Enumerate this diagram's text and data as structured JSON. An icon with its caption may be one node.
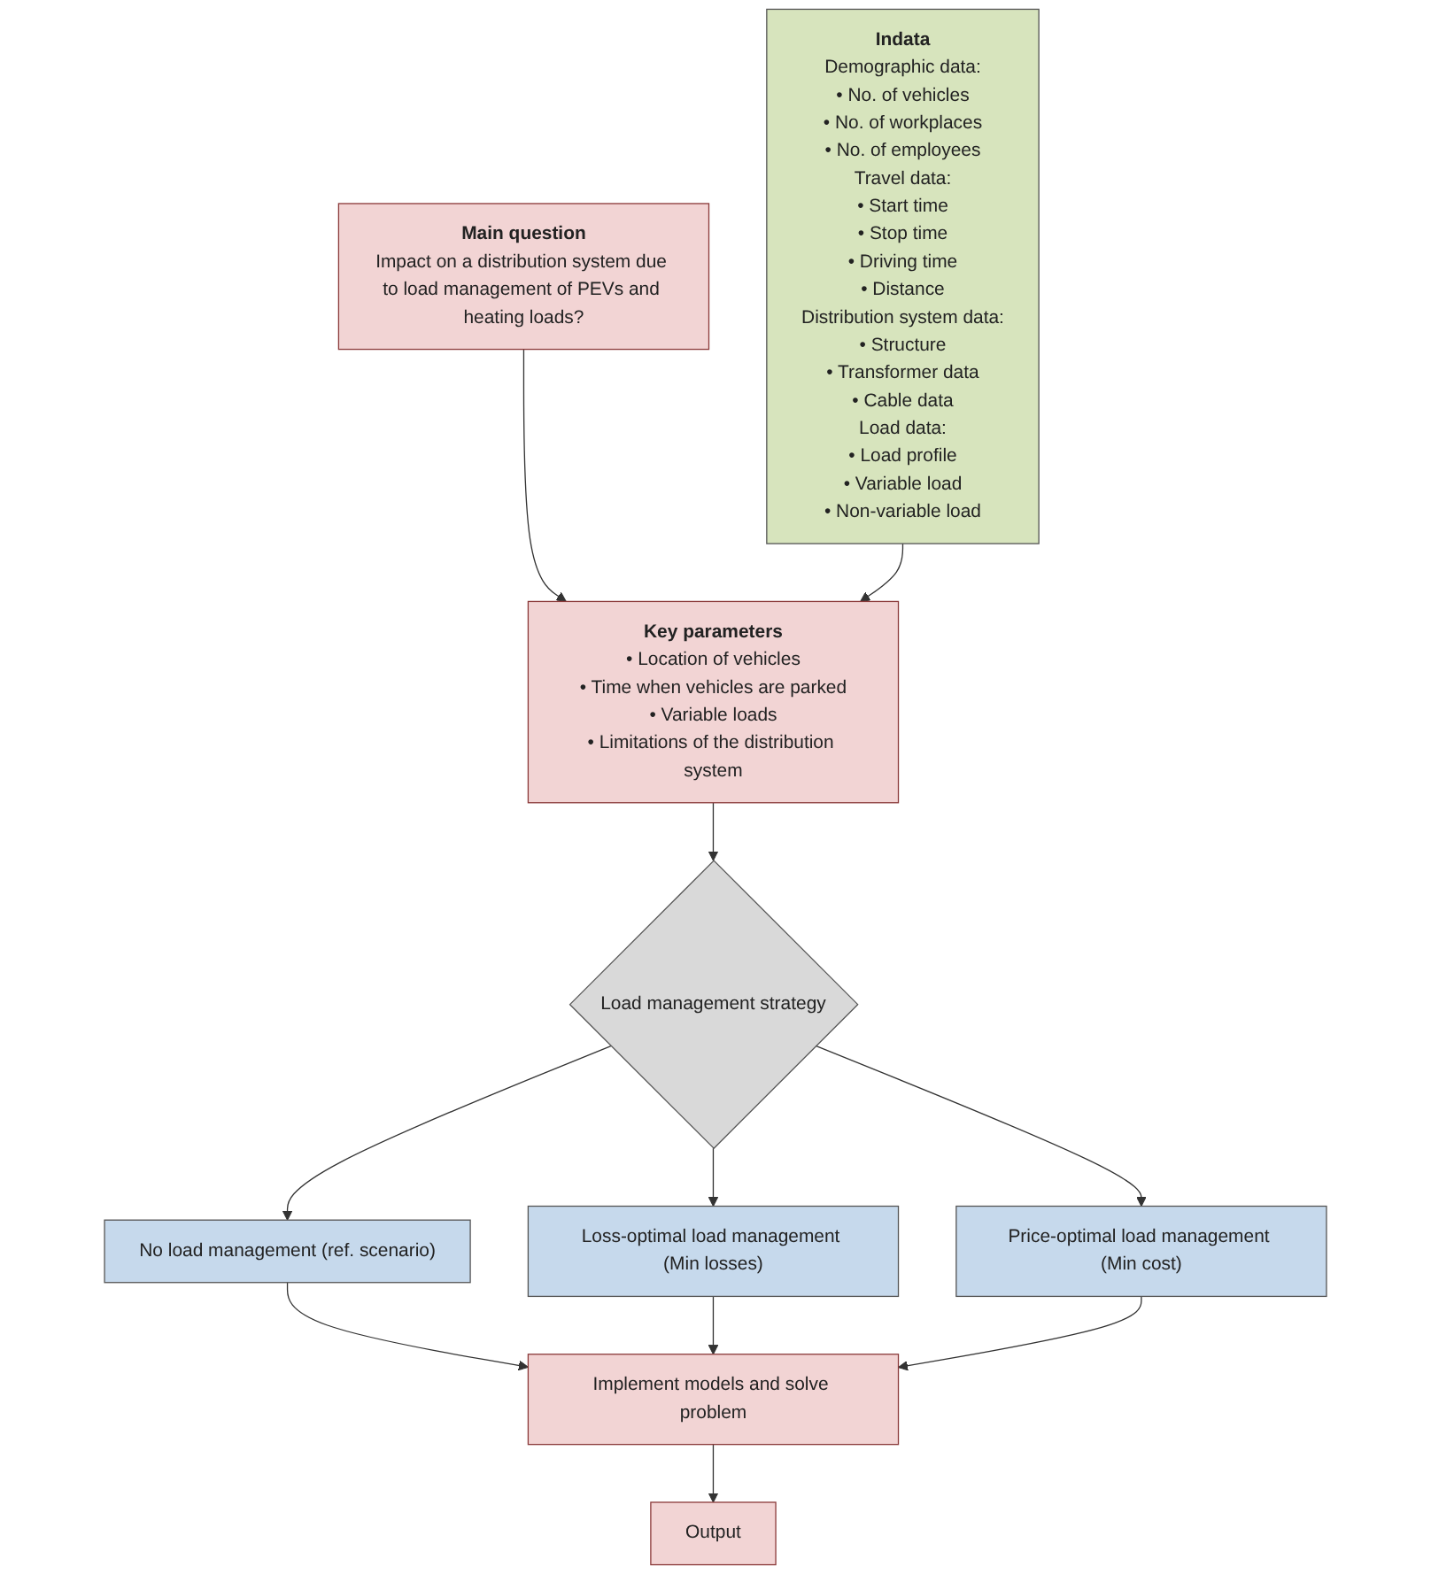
{
  "diagram": {
    "nodes": [
      {
        "text": [
          "Indata",
          "Demographic data:",
          "• No. of vehicles",
          "• No. of workplaces",
          "• No. of employees",
          "Travel data:",
          "• Start time",
          "• Stop time",
          "• Driving time",
          "• Distance",
          "Distribution system data:",
          "• Structure",
          "• Transformer data",
          "• Cable data",
          "Load data:",
          "• Load profile",
          "• Variable load",
          "• Non-variable load"
        ]
      },
      {
        "text": [
          "Main question",
          "Impact on a distribution system due to load management of PEVs and heating loads?"
        ]
      },
      {
        "text": [
          "Key parameters",
          "• Location of vehicles",
          "• Time when vehicles are parked",
          "• Variable loads",
          "• Limitations of the distribution system"
        ]
      },
      {
        "text": [
          "Load management strategy"
        ]
      },
      {
        "text": [
          "No load management (ref. scenario)"
        ]
      },
      {
        "text": [
          "Loss-optimal load management (Min losses)"
        ]
      },
      {
        "text": [
          "Price-optimal load management (Min cost)"
        ]
      },
      {
        "text": [
          "Implement models and solve problem"
        ]
      },
      {
        "text": [
          "Output"
        ]
      }
    ],
    "edges": [
      {
        "from": 1,
        "to": 2,
        "arrow": "to"
      },
      {
        "from": 0,
        "to": 2,
        "arrow": "to"
      },
      {
        "from": 2,
        "to": 3,
        "arrow": "to"
      },
      {
        "from": 3,
        "to": 4,
        "arrow": "to"
      },
      {
        "from": 3,
        "to": 5,
        "arrow": "to"
      },
      {
        "from": 3,
        "to": 6,
        "arrow": "to"
      },
      {
        "from": 4,
        "to": 7,
        "arrow": "to"
      },
      {
        "from": 5,
        "to": 7,
        "arrow": "to"
      },
      {
        "from": 6,
        "to": 7,
        "arrow": "to"
      },
      {
        "from": 7,
        "to": 8,
        "arrow": "to"
      }
    ]
  }
}
